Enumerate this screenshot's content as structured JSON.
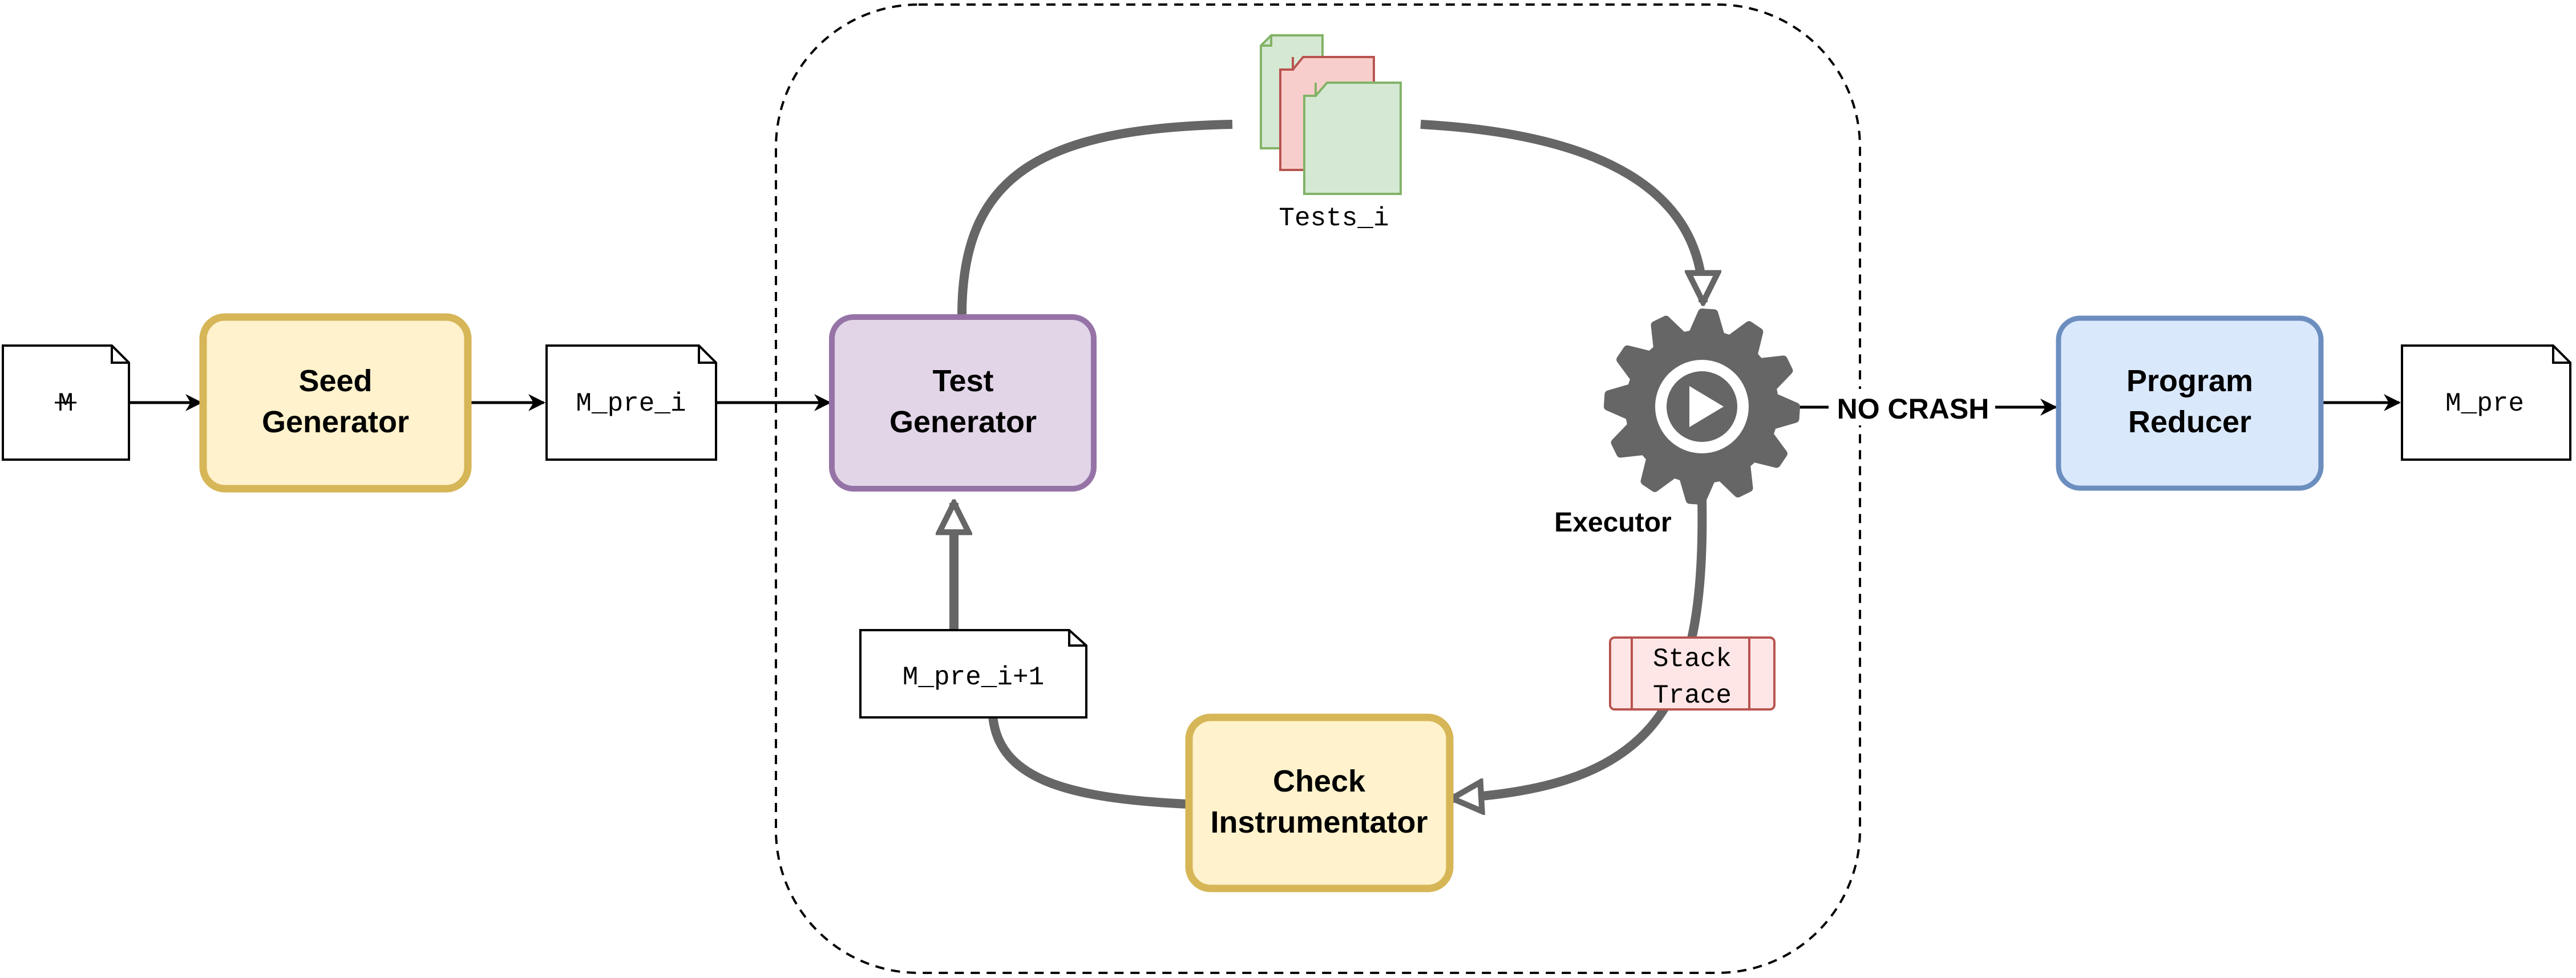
{
  "diagram": {
    "nodes": {
      "m": {
        "label": "M",
        "strikethrough": true
      },
      "seed_generator": {
        "line1": "Seed",
        "line2": "Generator"
      },
      "m_pre_i": {
        "label": "M_pre_i"
      },
      "test_generator": {
        "line1": "Test",
        "line2": "Generator"
      },
      "tests_i": {
        "label": "Tests_i"
      },
      "executor": {
        "label": "Executor"
      },
      "stack_trace": {
        "line1": "Stack",
        "line2": "Trace"
      },
      "check_instrumentator": {
        "line1": "Check",
        "line2": "Instrumentator"
      },
      "m_pre_i_plus_1": {
        "label": "M_pre_i+1"
      },
      "program_reducer": {
        "line1": "Program",
        "line2": "Reducer"
      },
      "m_pre": {
        "label": "M_pre"
      }
    },
    "edges": {
      "no_crash": {
        "label": "NO CRASH"
      }
    },
    "colors": {
      "yellow_fill": "#fff2cc",
      "yellow_stroke": "#d6b656",
      "purple_fill": "#e1d5e7",
      "purple_stroke": "#9673a6",
      "blue_fill": "#dae8fc",
      "blue_stroke": "#6c8ebf",
      "green_fill": "#d5e8d4",
      "green_stroke": "#82b366",
      "red_fill": "#f8cecc",
      "red_stroke": "#b85450",
      "stack_fill": "#ffe6e6",
      "loop_arrow": "#666666",
      "gear": "#666666"
    }
  }
}
